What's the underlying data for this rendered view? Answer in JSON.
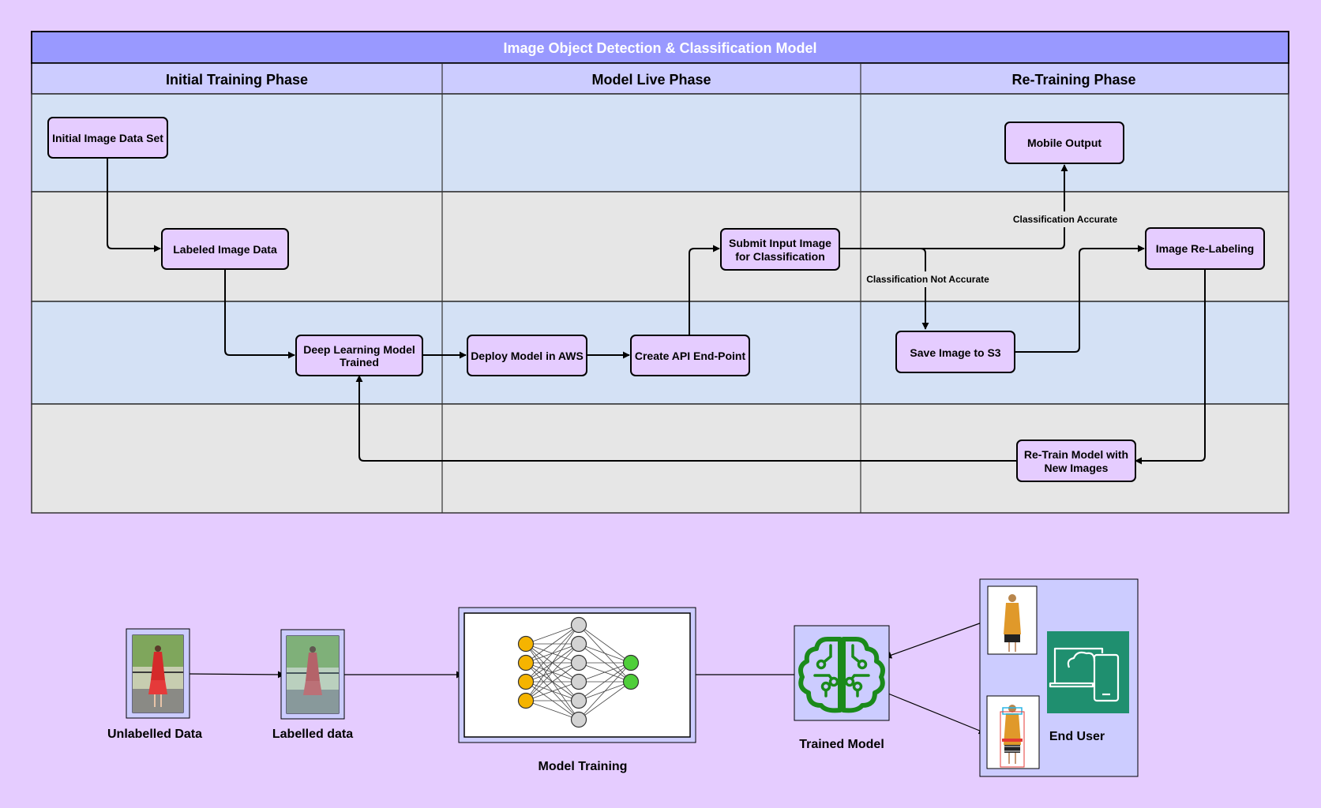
{
  "title": "Image Object Detection & Classification Model",
  "phases": [
    "Initial Training Phase",
    "Model Live Phase",
    "Re-Training Phase"
  ],
  "nodes": {
    "initial_image_data_set": "Initial Image Data Set",
    "labeled_image_data": "Labeled Image Data",
    "deep_learning_model_trained": [
      "Deep Learning Model",
      "Trained"
    ],
    "deploy_model_in_aws": "Deploy Model in AWS",
    "create_api_end_point": "Create API End-Point",
    "submit_input_image": [
      "Submit Input Image",
      "for Classification"
    ],
    "mobile_output": "Mobile Output",
    "image_re_labeling": "Image Re-Labeling",
    "save_image_to_s3": "Save Image to S3",
    "re_train_model": [
      "Re-Train Model with",
      "New Images"
    ]
  },
  "edge_labels": {
    "classification_accurate": "Classification Accurate",
    "classification_not_accurate": "Classification Not Accurate"
  },
  "bottom": {
    "unlabelled_data": "Unlabelled Data",
    "labelled_data": "Labelled data",
    "model_training": "Model Training",
    "trained_model": "Trained Model",
    "end_user": "End User"
  },
  "colors": {
    "page_background": "#e5ccff",
    "title_bar": "#9999ff",
    "header_band": "#ccccff",
    "lane_blue": "#d4e1f5",
    "lane_gray": "#e6e6e6",
    "node_fill": "#e5ccff",
    "neuron_input": "#f5b400",
    "neuron_hidden": "#d3d3d3",
    "neuron_output": "#4fce3a",
    "brain_green": "#1a8a1a",
    "aws_tile": "#1f8f6f"
  },
  "icons": [
    "person-photo-icon",
    "neural-network-icon",
    "ai-brain-icon",
    "cloud-device-icon"
  ]
}
